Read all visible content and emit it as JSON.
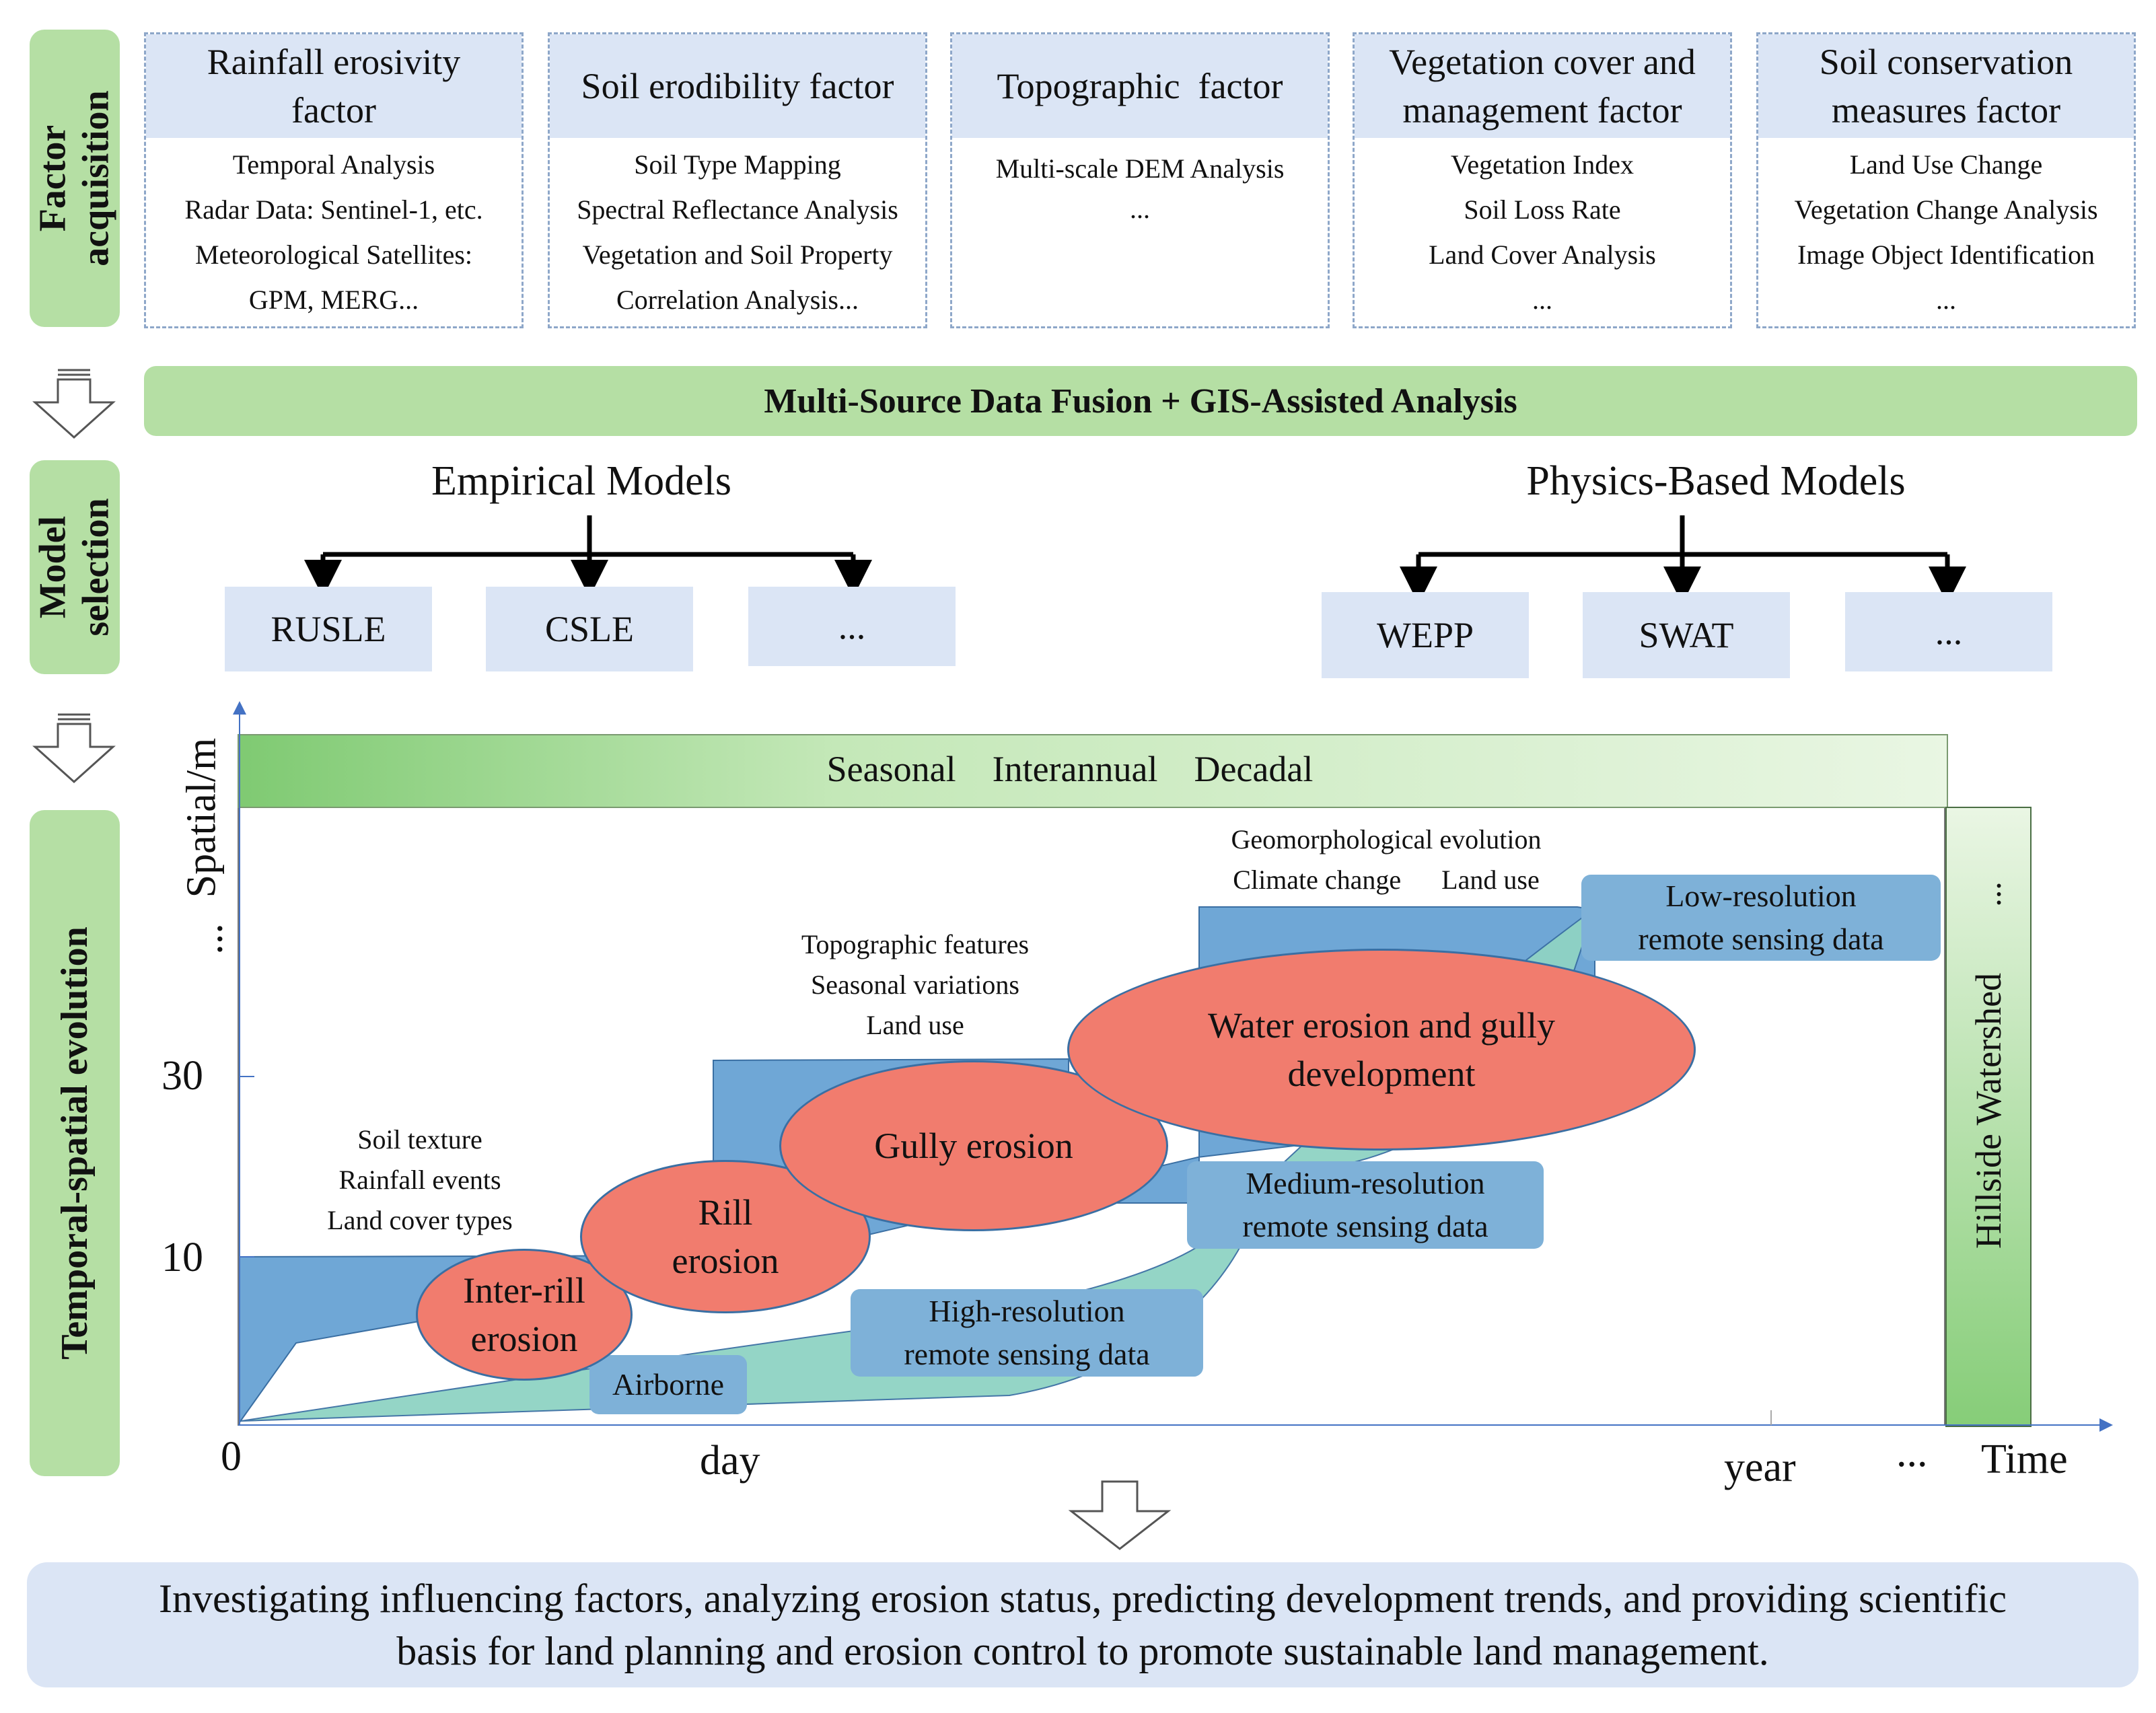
{
  "side_labels": {
    "factor": [
      "Factor",
      "acquisition"
    ],
    "model": [
      "Model",
      "selection"
    ],
    "evolution": "Temporal-spatial evolution"
  },
  "factors": [
    {
      "title": [
        "Rainfall erosivity",
        "factor"
      ],
      "items": [
        "Temporal Analysis",
        "Radar Data: Sentinel-1, etc.",
        "Meteorological Satellites:",
        "GPM, MERG..."
      ]
    },
    {
      "title": [
        "Soil erodibility factor"
      ],
      "items": [
        "Soil Type Mapping",
        "Spectral Reflectance Analysis",
        "Vegetation and Soil Property",
        "Correlation Analysis..."
      ]
    },
    {
      "title": [
        "Topographic  factor"
      ],
      "items": [
        "Multi-scale DEM Analysis",
        "..."
      ]
    },
    {
      "title": [
        "Vegetation cover and",
        "management factor"
      ],
      "items": [
        "Vegetation Index",
        "Soil Loss Rate",
        "Land Cover Analysis",
        "..."
      ]
    },
    {
      "title": [
        "Soil conservation",
        "measures factor"
      ],
      "items": [
        "Land Use Change",
        "Vegetation Change Analysis",
        "Image Object Identification",
        "..."
      ]
    }
  ],
  "fusion_banner": "Multi-Source Data Fusion + GIS-Assisted Analysis",
  "models": {
    "empirical": {
      "title": "Empirical Models",
      "items": [
        "RUSLE",
        "CSLE",
        "..."
      ]
    },
    "physics": {
      "title": "Physics-Based Models",
      "items": [
        "WEPP",
        "SWAT",
        "..."
      ]
    }
  },
  "evolution": {
    "time_banner": "Seasonal    Interannual    Decadal",
    "y_axis_label": "Spatial/m",
    "y_ticks": [
      "...",
      "30",
      "10",
      "0"
    ],
    "x_ticks": [
      "day",
      "year",
      "...",
      "Time"
    ],
    "side_bar": "Hillside Watershed",
    "side_bar_dots": "...",
    "annotations": {
      "soil": [
        "Soil texture",
        "Rainfall events",
        "Land cover types"
      ],
      "topo": [
        "Topographic features",
        "Seasonal variations",
        "Land use"
      ],
      "geo": [
        "Geomorphological evolution",
        "Climate change      Land use"
      ]
    },
    "erosion_types": [
      [
        "Inter-rill",
        "erosion"
      ],
      [
        "Rill",
        "erosion"
      ],
      [
        "Gully erosion"
      ],
      [
        "Water erosion and gully",
        "development"
      ]
    ],
    "data_sources": {
      "airborne": "Airborne",
      "high": [
        "High-resolution",
        "remote sensing data"
      ],
      "medium": [
        "Medium-resolution",
        "remote sensing data"
      ],
      "low": [
        "Low-resolution",
        "remote sensing data"
      ]
    }
  },
  "conclusion": [
    "Investigating influencing factors, analyzing erosion status, predicting development trends, and providing scientific",
    "basis for land planning and erosion control to promote sustainable land management."
  ],
  "colors": {
    "green": "#b5dfa4",
    "light_blue": "#dbe5f5",
    "steel_blue": "#7eb1d8",
    "teal": "#8fd3c4",
    "salmon": "#f17c6e"
  }
}
